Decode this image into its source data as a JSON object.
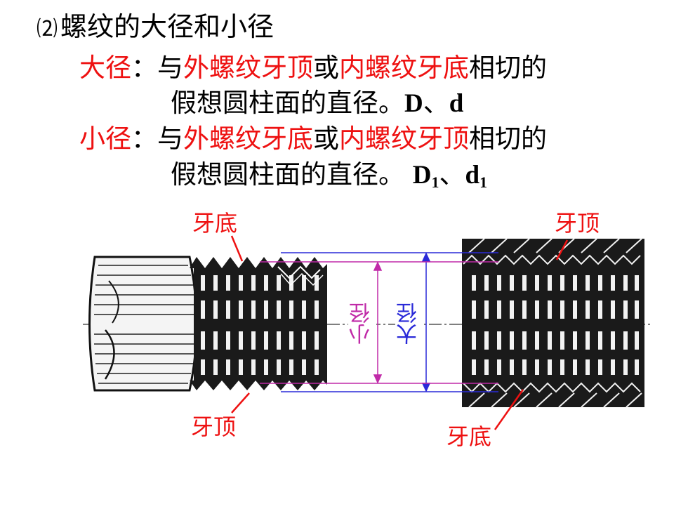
{
  "title": {
    "num": "⑵",
    "text": "螺纹的大径和小径"
  },
  "major": {
    "term": "大径",
    "colon": "：",
    "p1": "与",
    "ext": "外螺纹牙顶",
    "or": "或",
    "int": "内螺纹牙底",
    "tail": "相切的",
    "line2": "假想圆柱面的直径。",
    "sym_D": "D",
    "sep": "、",
    "sym_d": "d"
  },
  "minor": {
    "term": "小径",
    "colon": "：",
    "p1": "与",
    "ext": "外螺纹牙底",
    "or": "或",
    "int": "内螺纹牙顶",
    "tail": "相切的",
    "line2": "假想圆柱面的直径。",
    "sym_D": "D",
    "sub_D": "1",
    "sep": "、",
    "sym_d": "d",
    "sub_d": "1"
  },
  "figure": {
    "label_root_left": "牙底",
    "label_crest_left": "牙顶",
    "label_crest_right": "牙顶",
    "label_root_right": "牙底",
    "dim_minor": "小径",
    "dim_major": "大径",
    "colors": {
      "minor": "#c02aa8",
      "major": "#2a2ad8",
      "label": "#ee1111"
    }
  }
}
